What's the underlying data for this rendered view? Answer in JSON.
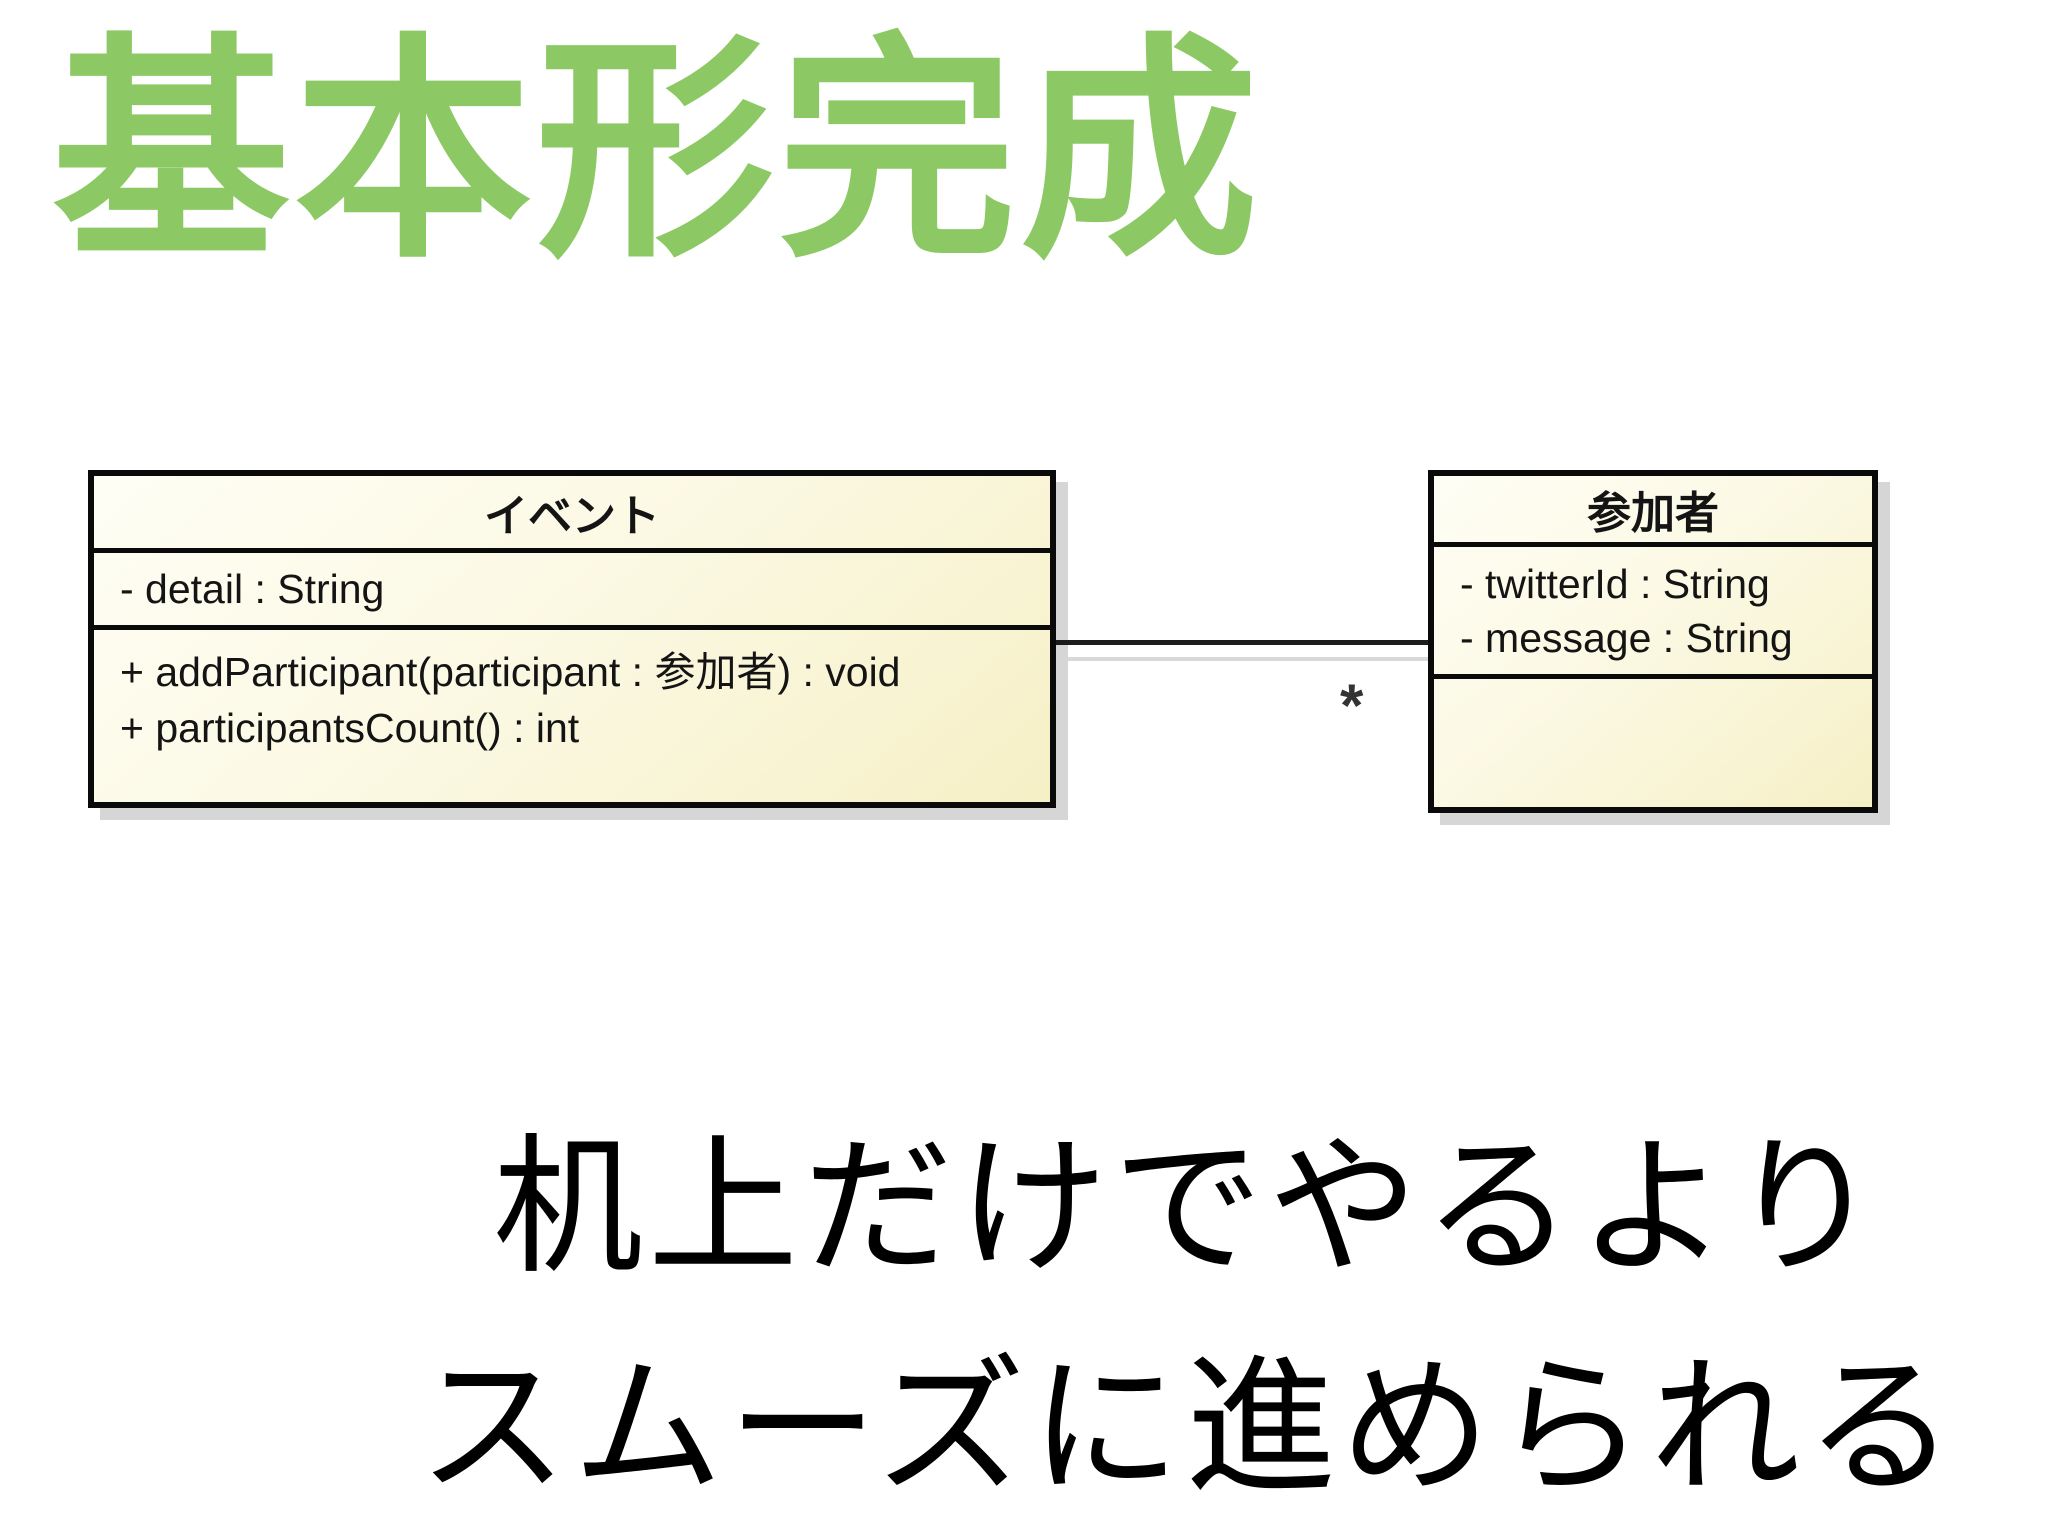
{
  "slide": {
    "title": "基本形完成",
    "caption": [
      "机上だけでやるより",
      "スムーズに進められる"
    ]
  },
  "diagram": {
    "type": "uml-class-diagram",
    "event_class": {
      "name": "イベント",
      "attributes": [
        "- detail : String"
      ],
      "methods": [
        "+ addParticipant(participant : 参加者) : void",
        "+ participantsCount() : int"
      ]
    },
    "participant_class": {
      "name": "参加者",
      "attributes": [
        "- twitterId : String",
        "- message : String"
      ],
      "methods": []
    },
    "association": {
      "from": "イベント",
      "to": "参加者",
      "target_multiplicity": "*"
    }
  },
  "colors": {
    "title_green": "#8cc964",
    "class_fill_light": "#fffef5",
    "class_fill_yellow": "#f6f0c6",
    "border": "#0a0a0a",
    "shadow": "#d6d6d6",
    "caption_text": "#000000"
  }
}
